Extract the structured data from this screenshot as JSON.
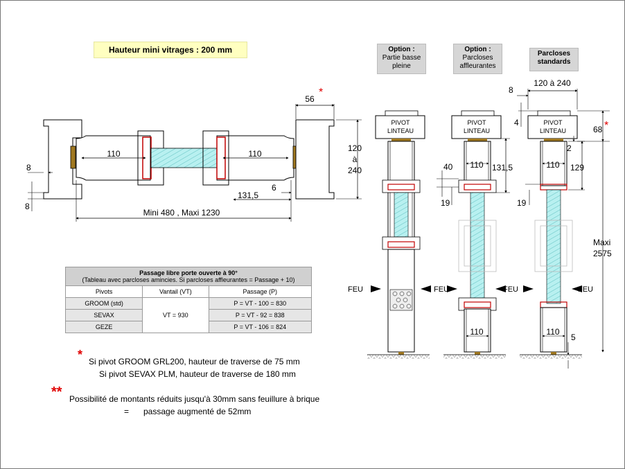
{
  "header": {
    "mini_height": "Hauteur mini vitrages : 200 mm"
  },
  "options": [
    {
      "title": "Option :",
      "line1": "Partie basse",
      "line2": "pleine"
    },
    {
      "title": "Option :",
      "line1": "Parcloses",
      "line2": "affleurantes"
    },
    {
      "title": "Parcloses",
      "line1": "standards",
      "line2": ""
    }
  ],
  "plan_dims": {
    "d56": "56",
    "d110a": "110",
    "d110b": "110",
    "d120": "120",
    "a": "à",
    "d240": "240",
    "d8a": "8",
    "d8b": "8",
    "d131": "131,5",
    "d6": "6",
    "mini_maxi": "Mini 480 , Maxi 1230"
  },
  "elev_dims": {
    "d8": "8",
    "d120_240": "120 à 240",
    "d4": "4",
    "d68": "68",
    "d2": "2",
    "d40": "40",
    "d110_1": "110",
    "d131": "131,5",
    "d110_2": "110",
    "d129": "129",
    "d19a": "19",
    "d19b": "19",
    "maxi": "Maxi",
    "d2575": "2575",
    "feu": "FEU",
    "d110_3": "110",
    "d110_4": "110",
    "d5": "5",
    "pivot": "PIVOT",
    "linteau": "LINTEAU"
  },
  "table": {
    "title": "Passage libre porte ouverte à 90°",
    "subtitle": "(Tableau avec parcloses amincies. Si parcloses affleurantes = Passage + 10)",
    "col_pivots": "Pivots",
    "col_vantail": "Vantail (VT)",
    "col_passage": "Passage (P)",
    "vantail_value": "VT = 930",
    "rows": [
      {
        "pivot": "GROOM (std)",
        "passage": "P = VT - 100 = 830"
      },
      {
        "pivot": "SEVAX",
        "passage": "P = VT - 92 = 838"
      },
      {
        "pivot": "GEZE",
        "passage": "P = VT - 106 = 824"
      }
    ]
  },
  "notes": {
    "star1": "*",
    "star2": "**",
    "n1": "Si pivot GROOM GRL200, hauteur de traverse de 75 mm",
    "n2": "Si pivot SEVAX PLM, hauteur de traverse de 180 mm",
    "n3": "Possibilité de montants réduits jusqu'à 30mm sans feuillure à brique",
    "n4": "=",
    "n5": "passage augmenté de 52mm"
  },
  "colors": {
    "glass": "#b8f0f0",
    "seal": "#c00000",
    "bronze": "#a07820",
    "frame_line": "#000000"
  }
}
